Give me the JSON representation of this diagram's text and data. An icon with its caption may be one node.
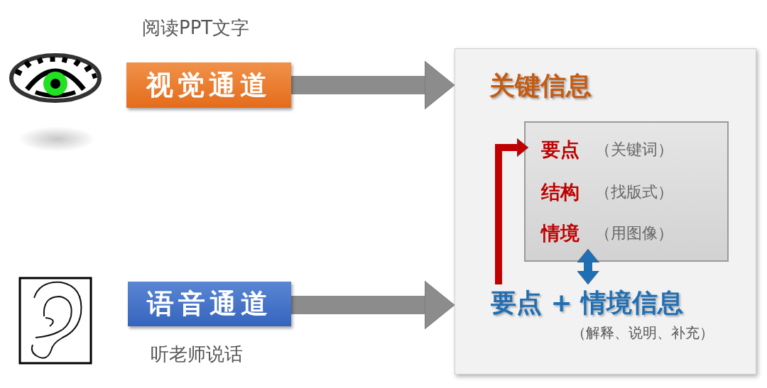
{
  "diagram": {
    "nodes": [
      {
        "text": [
          "视觉通道"
        ],
        "beside": [
          "阅读PPT文字"
        ]
      },
      {
        "text": [
          "语音通道"
        ],
        "beside": [
          "听老师说话"
        ]
      },
      {
        "text": [
          "关键信息"
        ]
      },
      {
        "text": [],
        "shape": "box",
        "in": 2
      },
      {
        "text": [
          "要点",
          "（关键词）"
        ],
        "in": 3
      },
      {
        "text": [
          "结构",
          "（找版式）"
        ],
        "in": 3
      },
      {
        "text": [
          "情境",
          "（用图像）"
        ],
        "in": 3
      },
      {
        "text": [
          "要点 + 情境信息"
        ],
        "in": 2,
        "beside": [
          "（解释、说明、补充）"
        ]
      }
    ],
    "edges": [
      {
        "from": 0,
        "to": 2,
        "arrow": "to",
        "style": "thick",
        "color": "#8c8c8c"
      },
      {
        "from": 1,
        "to": 2,
        "arrow": "to",
        "style": "thick",
        "color": "#8c8c8c"
      },
      {
        "from": 7,
        "to": 4,
        "arrow": "to",
        "color": "#c00000"
      },
      {
        "from": 6,
        "to": 7,
        "arrow": "both",
        "color": "#1f6fb5"
      }
    ]
  }
}
